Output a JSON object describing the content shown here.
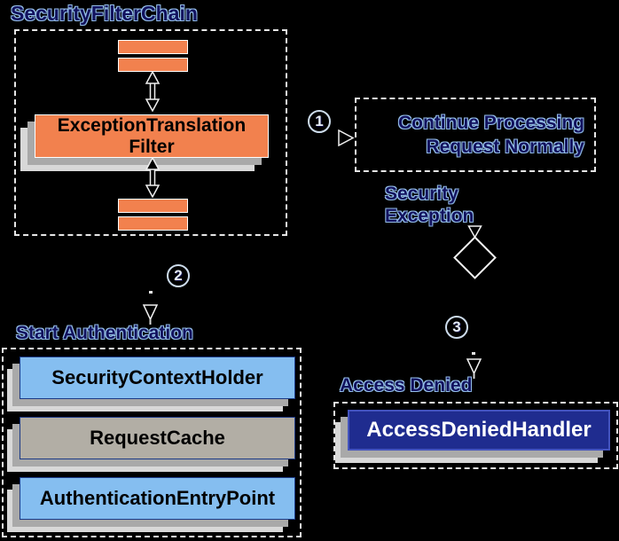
{
  "diagram": {
    "title": "SecurityFilterChain",
    "filter": {
      "line1": "ExceptionTranslation",
      "line2": "Filter"
    },
    "steps": [
      "1",
      "2",
      "3"
    ],
    "continue_box": {
      "line1": "Continue Processing",
      "line2": "Request Normally"
    },
    "security_exception": {
      "line1": "Security",
      "line2": "Exception"
    },
    "start_authentication": {
      "label": "Start Authentication",
      "boxes": [
        "SecurityContextHolder",
        "RequestCache",
        "AuthenticationEntryPoint"
      ]
    },
    "access_denied": {
      "label": "Access Denied",
      "handler": "AccessDeniedHandler"
    }
  },
  "colors": {
    "background": "#000000",
    "filter_orange": "#F2814E",
    "component_light_blue": "#85BEF0",
    "component_gray": "#B2AEA5",
    "handler_navy": "#1F2C8F",
    "label_fill": "#12125E",
    "label_outline": "#96C0EA",
    "shadow_dark": "#A9A9A9",
    "shadow_light": "#D8D8D8"
  }
}
